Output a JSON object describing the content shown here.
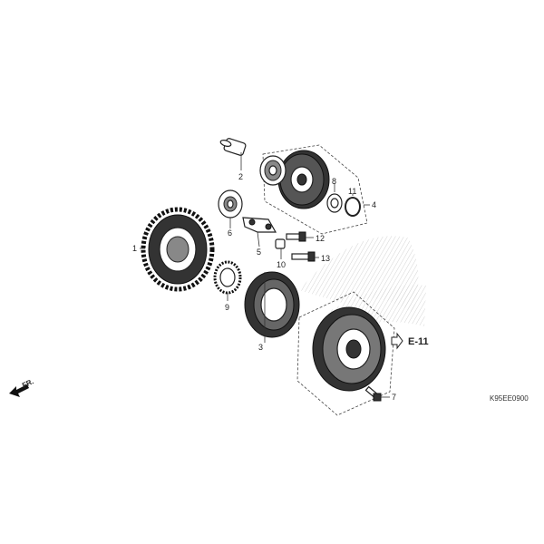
{
  "callouts": [
    {
      "id": "1",
      "text": "1"
    },
    {
      "id": "2",
      "text": "2"
    },
    {
      "id": "3",
      "text": "3"
    },
    {
      "id": "4",
      "text": "4"
    },
    {
      "id": "5",
      "text": "5"
    },
    {
      "id": "6",
      "text": "6"
    },
    {
      "id": "7",
      "text": "7"
    },
    {
      "id": "8",
      "text": "8"
    },
    {
      "id": "9",
      "text": "9"
    },
    {
      "id": "10",
      "text": "10"
    },
    {
      "id": "11",
      "text": "11"
    },
    {
      "id": "12",
      "text": "12"
    },
    {
      "id": "13",
      "text": "13"
    }
  ],
  "reference": "E-11",
  "direction": "FR.",
  "diagram_code": "K95EE0900"
}
